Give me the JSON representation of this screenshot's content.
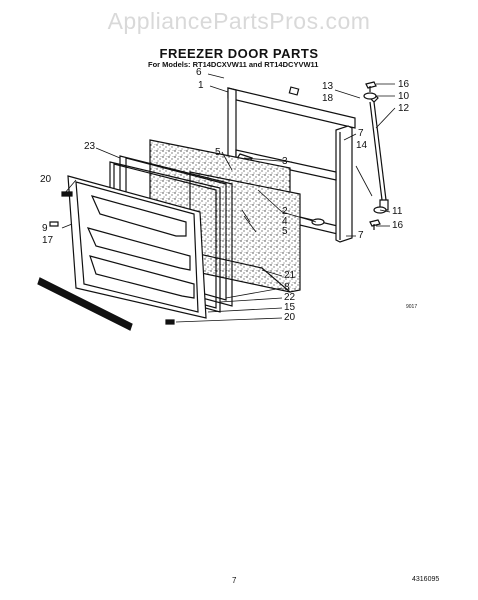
{
  "watermark": "AppliancePartsPros.com",
  "title": "FREEZER DOOR PARTS",
  "models": "For Models: RT14DCXVW11 and RT14DCYVW11",
  "callouts": [
    "6",
    "1",
    "13",
    "18",
    "16",
    "10",
    "12",
    "23",
    "5",
    "3",
    "7",
    "14",
    "20",
    "2",
    "4",
    "5",
    "11",
    "16",
    "9",
    "17",
    "7",
    "21",
    "8",
    "22",
    "15",
    "20"
  ],
  "figure_code": "9017",
  "page_number": "7",
  "doc_number": "4316095"
}
